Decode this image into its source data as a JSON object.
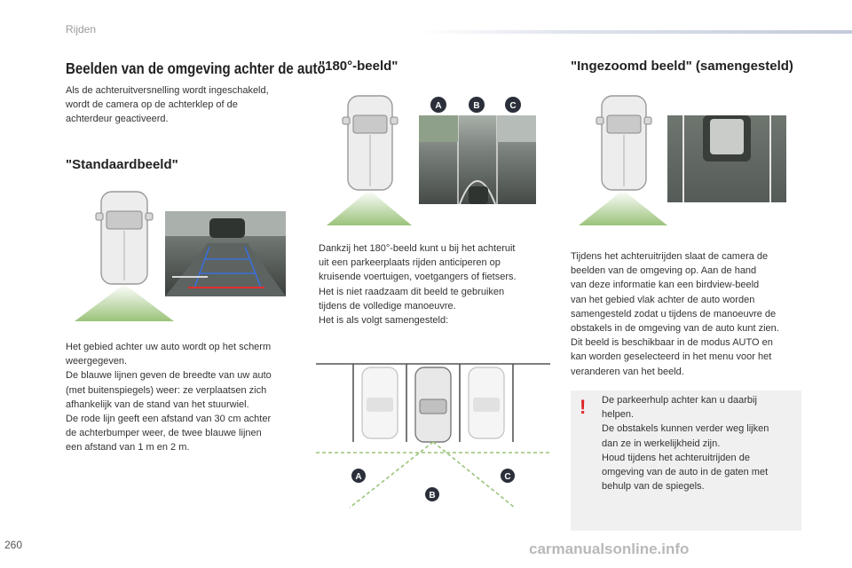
{
  "header": {
    "section": "Rijden"
  },
  "page_number": "260",
  "footer": {
    "watermark": "carmanualsonline.info"
  },
  "col1": {
    "title": "Beelden van de omgeving achter de auto",
    "intro": [
      "Als de achteruitversnelling wordt ingeschakeld,",
      "wordt de camera op de achterklep of de",
      "achterdeur geactiveerd."
    ],
    "subtitle": "\"Standaardbeeld\"",
    "body": [
      "Het gebied achter uw auto wordt op het scherm",
      "weergegeven.",
      "De blauwe lijnen geven de breedte van uw auto",
      "(met buitenspiegels) weer: ze verplaatsen zich",
      "afhankelijk van de stand van het stuurwiel.",
      "De rode lijn geeft een afstand van 30 cm achter",
      "de achterbumper weer, de twee blauwe lijnen",
      "een afstand van 1 m en 2 m."
    ]
  },
  "col2": {
    "title": "\"180°-beeld\"",
    "labels": {
      "a": "A",
      "b": "B",
      "c": "C"
    },
    "body": [
      "Dankzij het 180°-beeld kunt u bij het achteruit",
      "uit een parkeerplaats rijden anticiperen op",
      "kruisende voertuigen, voetgangers of fietsers.",
      "Het is niet raadzaam dit beeld te gebruiken",
      "tijdens de volledige manoeuvre.",
      "Het is als volgt samengesteld:"
    ]
  },
  "col3": {
    "title": "\"Ingezoomd beeld\" (samengesteld)",
    "body": [
      "Tijdens het achteruitrijden slaat de camera de",
      "beelden van de omgeving op. Aan de hand",
      "van deze informatie kan een birdview-beeld",
      "van het gebied vlak achter de auto worden",
      "samengesteld zodat u tijdens de manoeuvre de",
      "obstakels in de omgeving van de auto kunt zien.",
      "Dit beeld is beschikbaar in de modus AUTO en",
      "kan worden geselecteerd in het menu voor het",
      "veranderen van het beeld."
    ],
    "note": {
      "mark": "!",
      "lines": [
        "De parkeerhulp achter kan u daarbij",
        "helpen.",
        "De obstakels kunnen verder weg lijken",
        "dan ze in werkelijkheid zijn.",
        "Houd tijdens het achteruitrijden de",
        "omgeving van de auto in de gaten met",
        "behulp van de spiegels."
      ]
    }
  },
  "colors": {
    "blue_line": "#3b6fd8",
    "red_line": "#e03030",
    "green_cone": "#9bc37a",
    "badge": "#2a2f3a",
    "warning": "#e02424"
  }
}
